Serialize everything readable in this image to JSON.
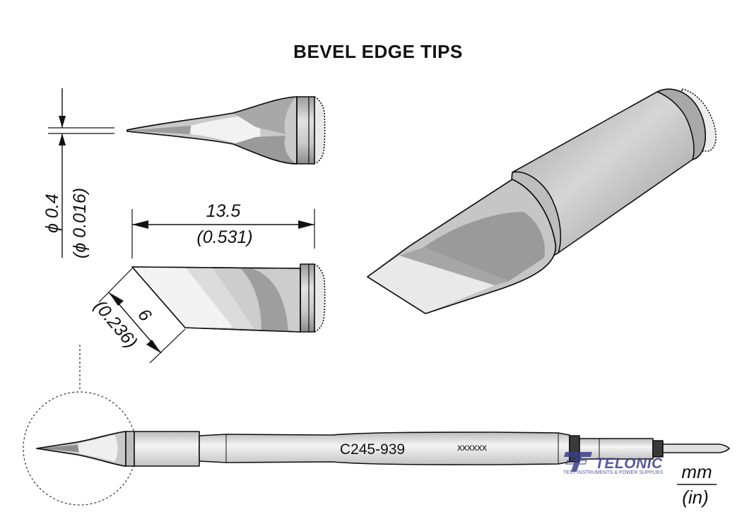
{
  "title": "BEVEL EDGE TIPS",
  "dimensions": {
    "tip_diameter_mm": "ϕ 0.4",
    "tip_diameter_in": "(ϕ 0.016)",
    "length_mm": "13.5",
    "length_in": "(0.531)",
    "bevel_mm": "6",
    "bevel_in": "(0.236)"
  },
  "cartridge": {
    "part_number": "C245-939",
    "marking": "xxxxxx"
  },
  "watermark": {
    "brand": "TELONIC",
    "tagline": "TEST INSTRUMENTS & POWER SUPPLIES"
  },
  "units": {
    "primary": "mm",
    "secondary": "(in)"
  },
  "colors": {
    "line": "#111111",
    "metal_light": "#dcdcdc",
    "metal_mid": "#bdbdbd",
    "metal_dark": "#8c8c8c",
    "watermark": "#3a3e88"
  }
}
